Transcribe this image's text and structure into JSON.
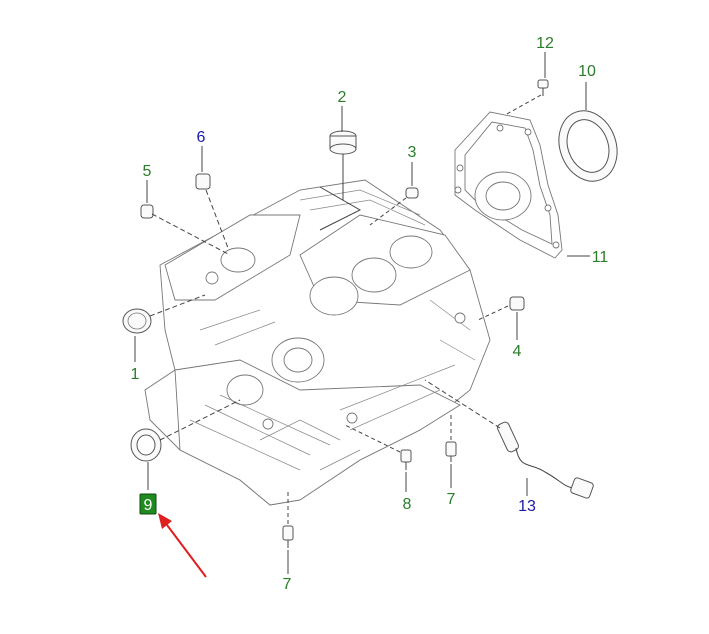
{
  "colors": {
    "callout_green": "#2a7d2a",
    "callout_blue": "#1a1aa6",
    "highlight": "#1f8a1f",
    "arrow": "#e02020"
  },
  "callouts": {
    "c1": "1",
    "c2": "2",
    "c3": "3",
    "c4": "4",
    "c5": "5",
    "c6": "6",
    "c7a": "7",
    "c7b": "7",
    "c8": "8",
    "c9": "9",
    "c10": "10",
    "c11": "11",
    "c12": "12",
    "c13": "13"
  }
}
